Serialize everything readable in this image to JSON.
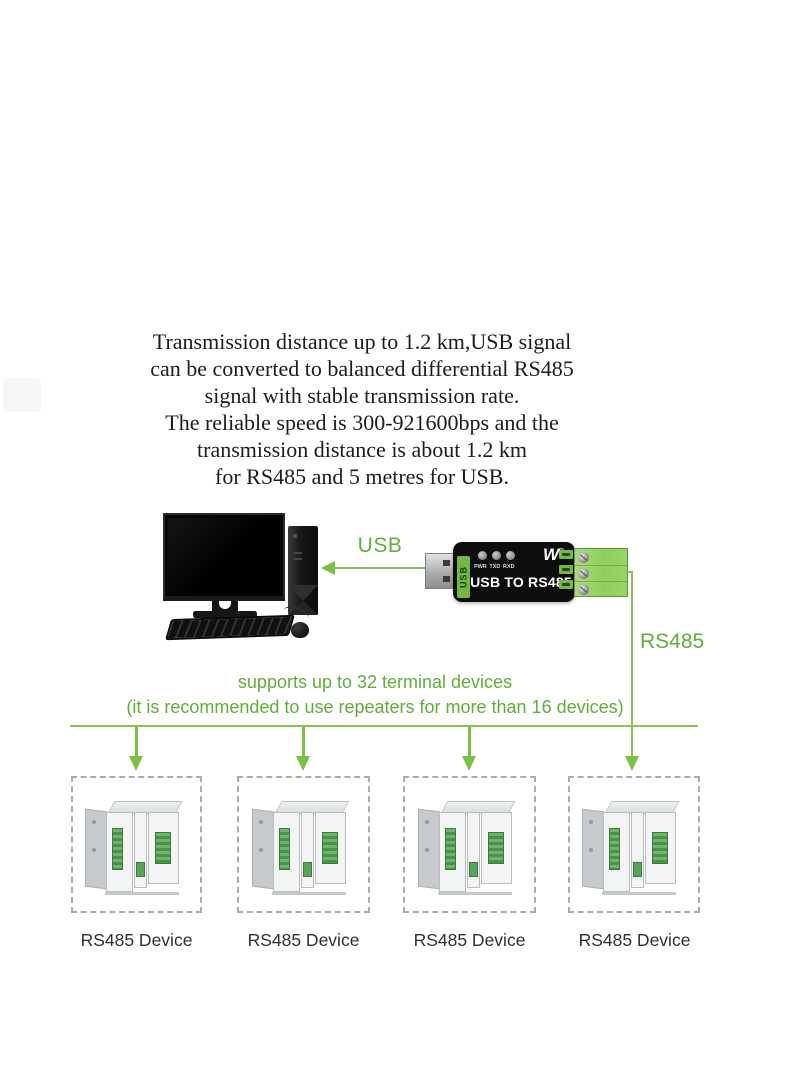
{
  "intro": {
    "lines": [
      "Transmission distance up to 1.2 km,USB signal",
      "can be converted to balanced differential RS485",
      "signal with stable transmission rate.",
      "The reliable speed is 300-921600bps and the",
      "transmission distance is about 1.2 km",
      "for RS485 and 5 metres for USB."
    ]
  },
  "connections": {
    "usb_label": "USB",
    "rs485_label": "RS485",
    "bus_note_1": "supports up to 32 terminal devices",
    "bus_note_2": "(it is recommended to use repeaters for more than 16 devices)"
  },
  "adapter": {
    "side_tag": "USB",
    "led_labels": [
      "PWR",
      "TXD",
      "RXD"
    ],
    "product_label": "USB TO RS485",
    "logo_text": "W",
    "registered_mark": "®"
  },
  "devices": [
    {
      "label": "RS485 Device"
    },
    {
      "label": "RS485 Device"
    },
    {
      "label": "RS485 Device"
    },
    {
      "label": "RS485 Device"
    }
  ],
  "colors": {
    "accent_green_text": "#62ad3c",
    "line_green": "#8cc152",
    "arrow_green": "#7cc143",
    "terminal_green": "#8ed05e",
    "adapter_black": "#0d0d0d",
    "dashed_border": "#ababab"
  }
}
